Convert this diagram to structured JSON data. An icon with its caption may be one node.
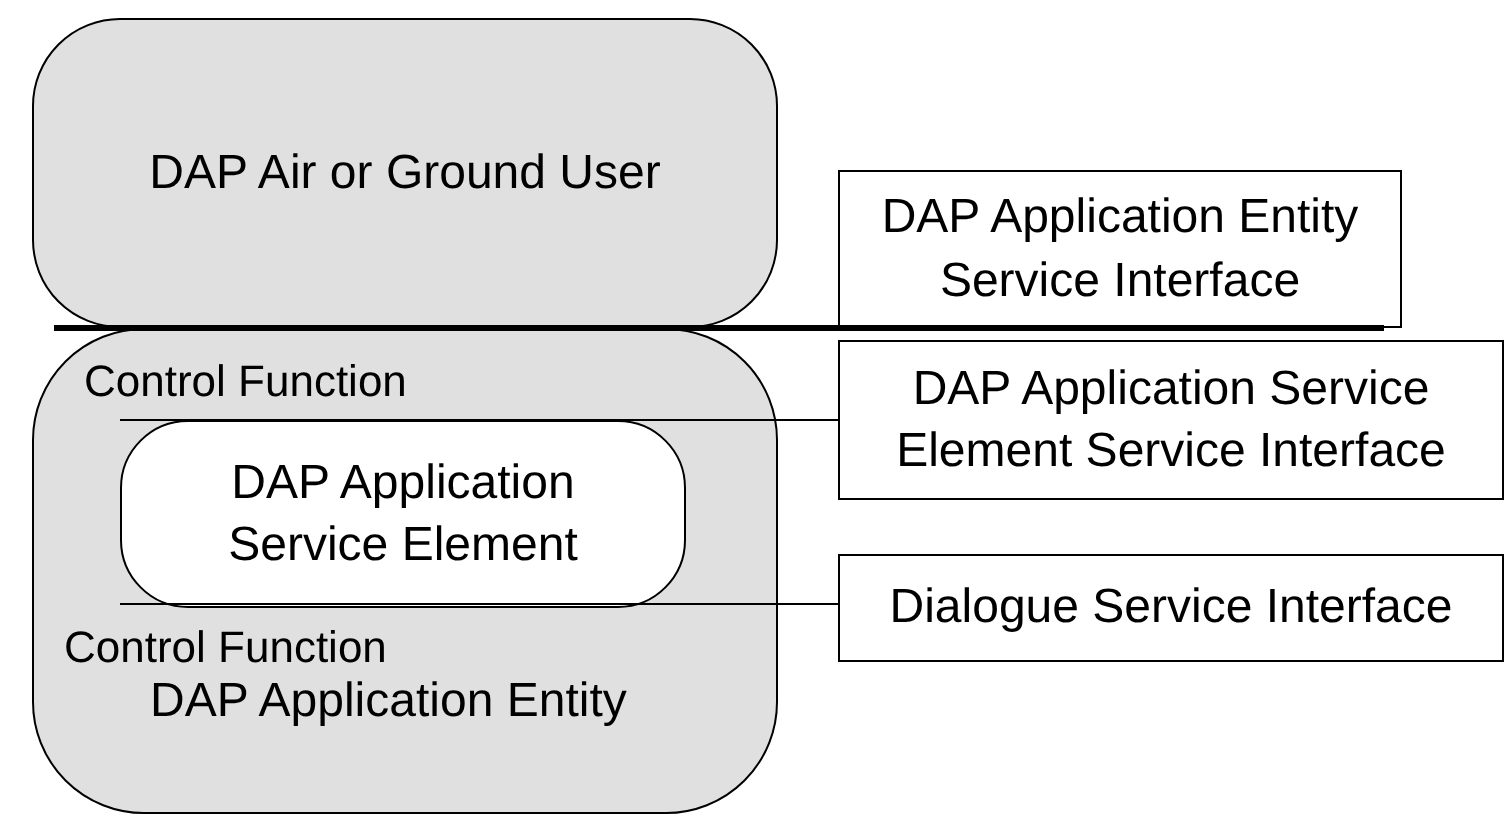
{
  "diagram": {
    "nodes": [
      {
        "text": [
          "DAP Air or Ground User"
        ]
      },
      {
        "text": [
          "Control Function",
          "Control Function",
          "DAP Application Entity"
        ]
      },
      {
        "text": [
          "DAP Application Service Element"
        ],
        "in": 1
      },
      {
        "text": [
          "DAP Application Entity Service Interface"
        ]
      },
      {
        "text": [
          "DAP Application Service Element Service Interface"
        ]
      },
      {
        "text": [
          "Dialogue Service Interface"
        ]
      }
    ],
    "edges": [
      {
        "from": 3,
        "to": 0,
        "arrow": "none",
        "style": "thick"
      },
      {
        "from": 4,
        "to": 2,
        "arrow": "none"
      },
      {
        "from": 5,
        "to": 2,
        "arrow": "none"
      }
    ]
  }
}
